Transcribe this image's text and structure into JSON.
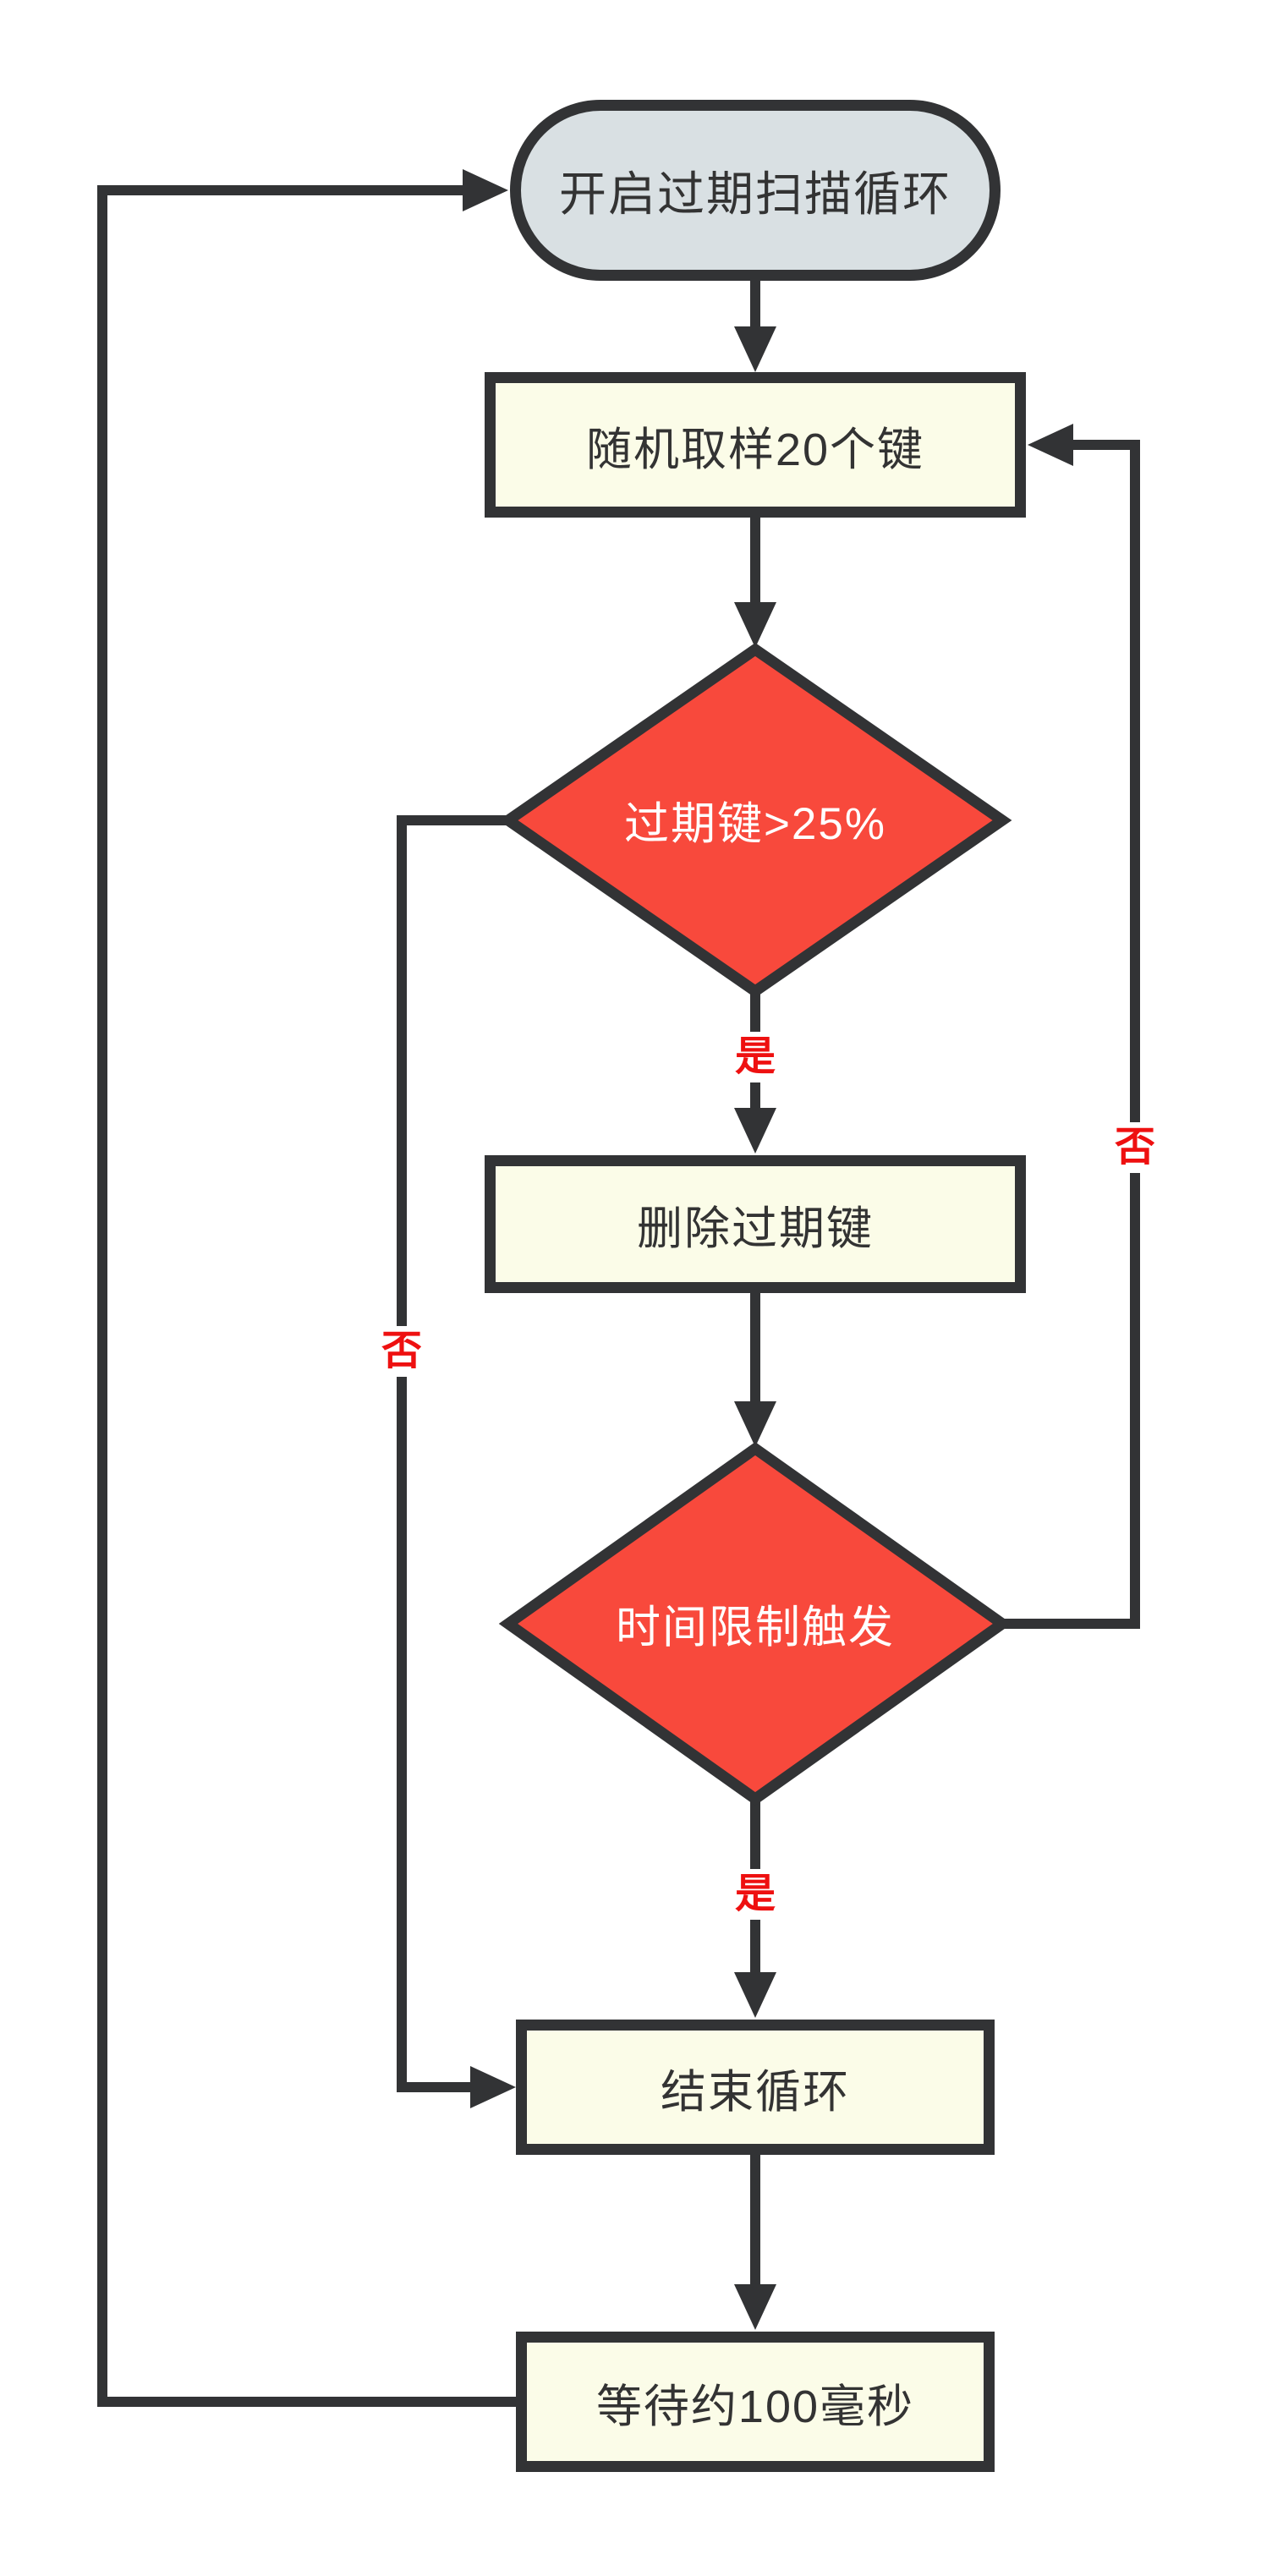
{
  "flowchart": {
    "nodes": [
      {
        "id": "start",
        "type": "stadium",
        "label": "开启过期扫描循环"
      },
      {
        "id": "sample",
        "type": "process",
        "label": "随机取样20个键"
      },
      {
        "id": "expired_ratio",
        "type": "decision",
        "label": "过期键>25%"
      },
      {
        "id": "delete_expired",
        "type": "process",
        "label": "删除过期键"
      },
      {
        "id": "time_limit",
        "type": "decision",
        "label": "时间限制触发"
      },
      {
        "id": "end_loop",
        "type": "process",
        "label": "结束循环"
      },
      {
        "id": "wait",
        "type": "process",
        "label": "等待约100毫秒"
      }
    ],
    "edge_labels": [
      {
        "id": "yes-1",
        "text": "是"
      },
      {
        "id": "yes-2",
        "text": "是"
      },
      {
        "id": "no-left",
        "text": "否"
      },
      {
        "id": "no-right",
        "text": "否"
      }
    ],
    "colors": {
      "ink": "#323335",
      "stadium_fill": "#d9e0e3",
      "process_fill": "#fbfce8",
      "decision_fill": "#f8493c",
      "edge_label_red": "#ee1010"
    }
  }
}
